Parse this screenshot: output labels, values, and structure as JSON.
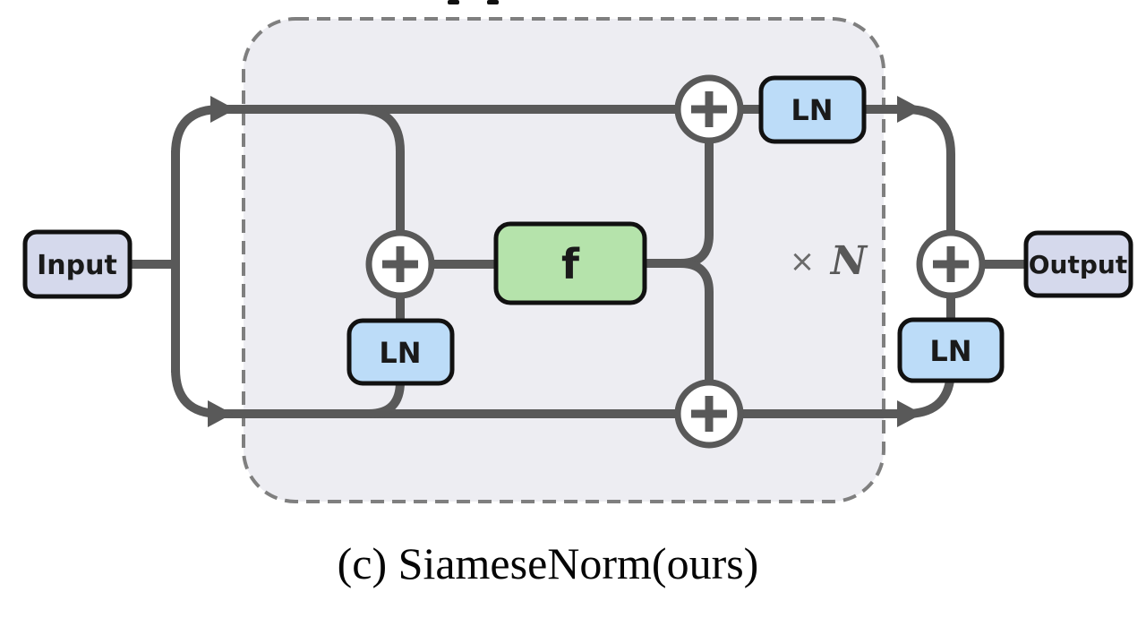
{
  "diagram": {
    "caption": "(c) SiameseNorm(ours)",
    "nodes": {
      "input": "Input",
      "output": "Output",
      "ln": "LN",
      "f": "f"
    },
    "repeat_label": {
      "times": "×",
      "count": "N"
    },
    "colors": {
      "line": "#595959",
      "node_border": "#111111",
      "io_fill": "#d5d9ec",
      "ln_fill": "#bcdcf8",
      "f_fill": "#b5e3ab",
      "region_fill": "#ededf2",
      "region_border": "#7f7f7f",
      "repeat_text": "#6a6a6a"
    }
  }
}
